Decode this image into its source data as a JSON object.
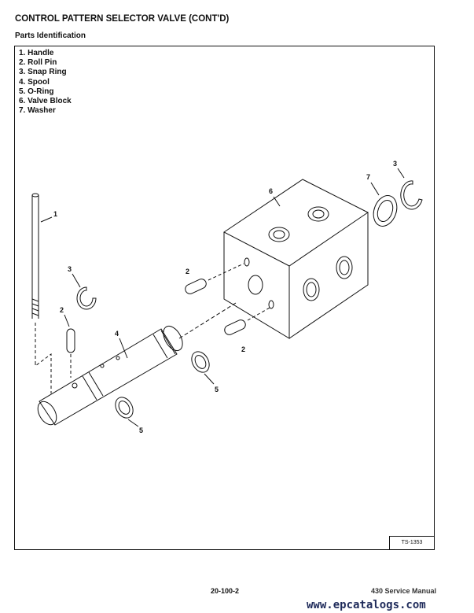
{
  "header": {
    "title": "CONTROL PATTERN SELECTOR VALVE (CONT'D)",
    "subtitle": "Parts Identification"
  },
  "legend": [
    "1. Handle",
    "2. Roll Pin",
    "3. Snap Ring",
    "4. Spool",
    "5. O-Ring",
    "6. Valve Block",
    "7. Washer"
  ],
  "callouts": {
    "handle": "1",
    "pin_a": "2",
    "pin_b": "2",
    "pin_c": "2",
    "ring_a": "3",
    "ring_b": "3",
    "spool": "4",
    "oring_a": "5",
    "oring_b": "5",
    "block": "6",
    "washer": "7"
  },
  "figure_id": "TS-1353",
  "footer": {
    "page": "20-100-2",
    "manual": "430 Service Manual",
    "watermark": "www.epcatalogs.com"
  }
}
